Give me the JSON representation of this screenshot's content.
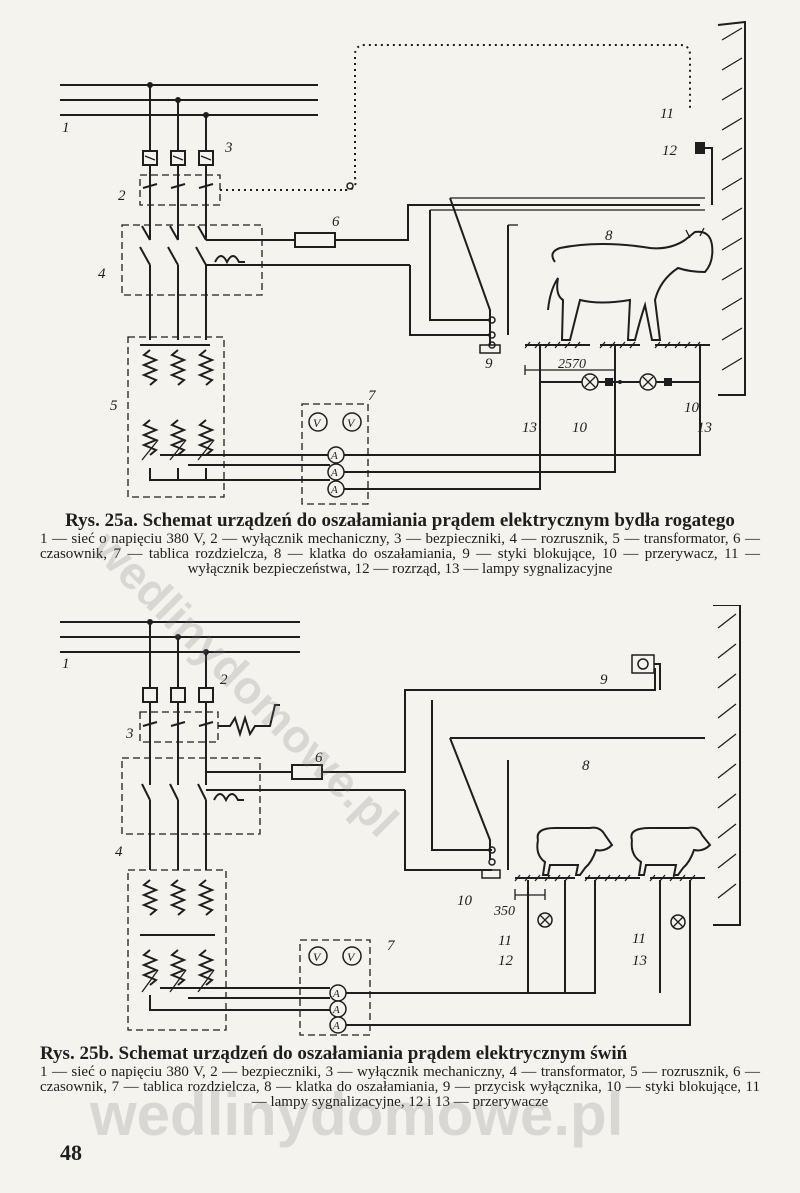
{
  "figure_a": {
    "labels": {
      "l1": "1",
      "l2": "2",
      "l3": "3",
      "l4": "4",
      "l5": "5",
      "l6": "6",
      "l7": "7",
      "l8": "8",
      "l9": "9",
      "l10a": "10",
      "l10b": "10",
      "l11": "11",
      "l12": "12",
      "l13a": "13",
      "l13b": "13",
      "dim": "2570",
      "v": "V",
      "a": "A"
    },
    "title": "Rys. 25a. Schemat urządzeń do oszałamiania prądem elektrycznym bydła rogatego",
    "legend": "1 — sieć o napięciu 380 V, 2 — wyłącznik mechaniczny, 3 — bezpieczniki, 4 — rozrusznik, 5 — transformator, 6 — czasownik, 7 — tablica rozdzielcza, 8 — klatka do oszałamiania, 9 — styki blokujące, 10 — przerywacz, 11 — wyłącznik bezpieczeństwa, 12 — rozrząd, 13 — lampy sygnalizacyjne"
  },
  "figure_b": {
    "labels": {
      "l1": "1",
      "l2": "2",
      "l3": "3",
      "l4": "4",
      "l6": "6",
      "l7": "7",
      "l8": "8",
      "l9": "9",
      "l10": "10",
      "l11a": "11",
      "l11b": "11",
      "l12": "12",
      "l13": "13",
      "dim": "350",
      "v": "V",
      "a": "A"
    },
    "title": "Rys. 25b. Schemat urządzeń do oszałamiania prądem elektrycznym świń",
    "legend": "1 — sieć o napięciu 380 V, 2 — bezpieczniki, 3 — wyłącznik mechaniczny, 4 — transformator, 5 — rozrusznik, 6 — czasownik, 7 — tablica rozdzielcza, 8 — klatka do oszałamiania, 9 — przycisk wyłącznika, 10 — styki blokujące, 11 — lampy sygnalizacyjne, 12 i 13 — przerywacze"
  },
  "page_number": "48",
  "watermark": "wedlinydomowe.pl"
}
